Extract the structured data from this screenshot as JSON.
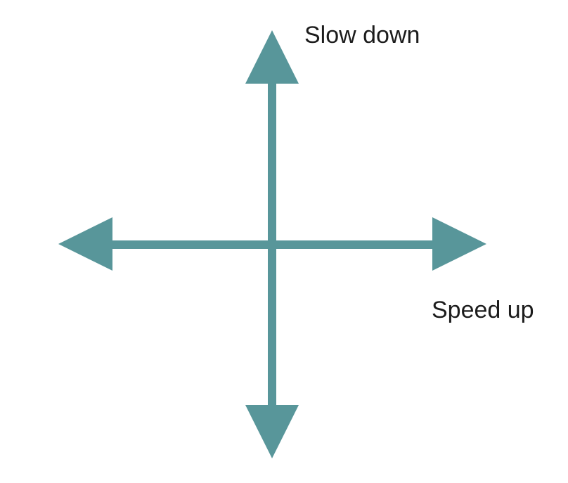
{
  "labels": {
    "top": "Slow down",
    "right": "Speed up"
  },
  "colors": {
    "arrow": "#58969A",
    "text": "#1C1C1C",
    "background": "#FFFFFF"
  },
  "arrows": [
    "up",
    "down",
    "left",
    "right"
  ]
}
